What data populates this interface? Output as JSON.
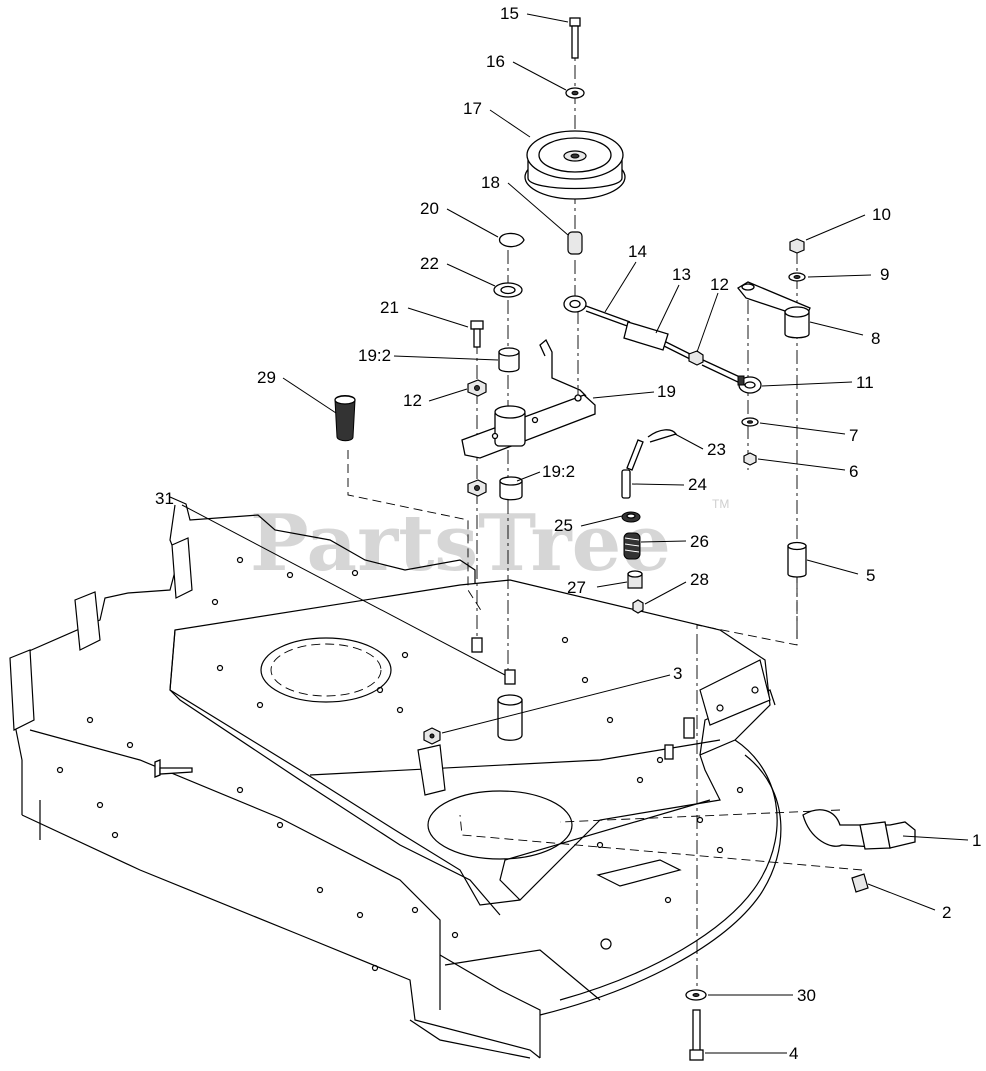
{
  "watermark": {
    "text": "PartsTree",
    "mark": "TM"
  },
  "callouts": [
    {
      "id": "c15",
      "text": "15"
    },
    {
      "id": "c16",
      "text": "16"
    },
    {
      "id": "c17",
      "text": "17"
    },
    {
      "id": "c18",
      "text": "18"
    },
    {
      "id": "c20",
      "text": "20"
    },
    {
      "id": "c22",
      "text": "22"
    },
    {
      "id": "c21",
      "text": "21"
    },
    {
      "id": "c19a",
      "text": "19:2"
    },
    {
      "id": "c12a",
      "text": "12"
    },
    {
      "id": "c29",
      "text": "29"
    },
    {
      "id": "c14",
      "text": "14"
    },
    {
      "id": "c13",
      "text": "13"
    },
    {
      "id": "c12b",
      "text": "12"
    },
    {
      "id": "c19",
      "text": "19"
    },
    {
      "id": "c19b",
      "text": "19:2"
    },
    {
      "id": "c10",
      "text": "10"
    },
    {
      "id": "c9",
      "text": "9"
    },
    {
      "id": "c8",
      "text": "8"
    },
    {
      "id": "c11",
      "text": "11"
    },
    {
      "id": "c7",
      "text": "7"
    },
    {
      "id": "c6",
      "text": "6"
    },
    {
      "id": "c23",
      "text": "23"
    },
    {
      "id": "c24",
      "text": "24"
    },
    {
      "id": "c25",
      "text": "25"
    },
    {
      "id": "c26",
      "text": "26"
    },
    {
      "id": "c27",
      "text": "27"
    },
    {
      "id": "c28",
      "text": "28"
    },
    {
      "id": "c5",
      "text": "5"
    },
    {
      "id": "c31",
      "text": "31"
    },
    {
      "id": "c3",
      "text": "3"
    },
    {
      "id": "c1",
      "text": "1"
    },
    {
      "id": "c2",
      "text": "2"
    },
    {
      "id": "c30",
      "text": "30"
    },
    {
      "id": "c4",
      "text": "4"
    }
  ]
}
